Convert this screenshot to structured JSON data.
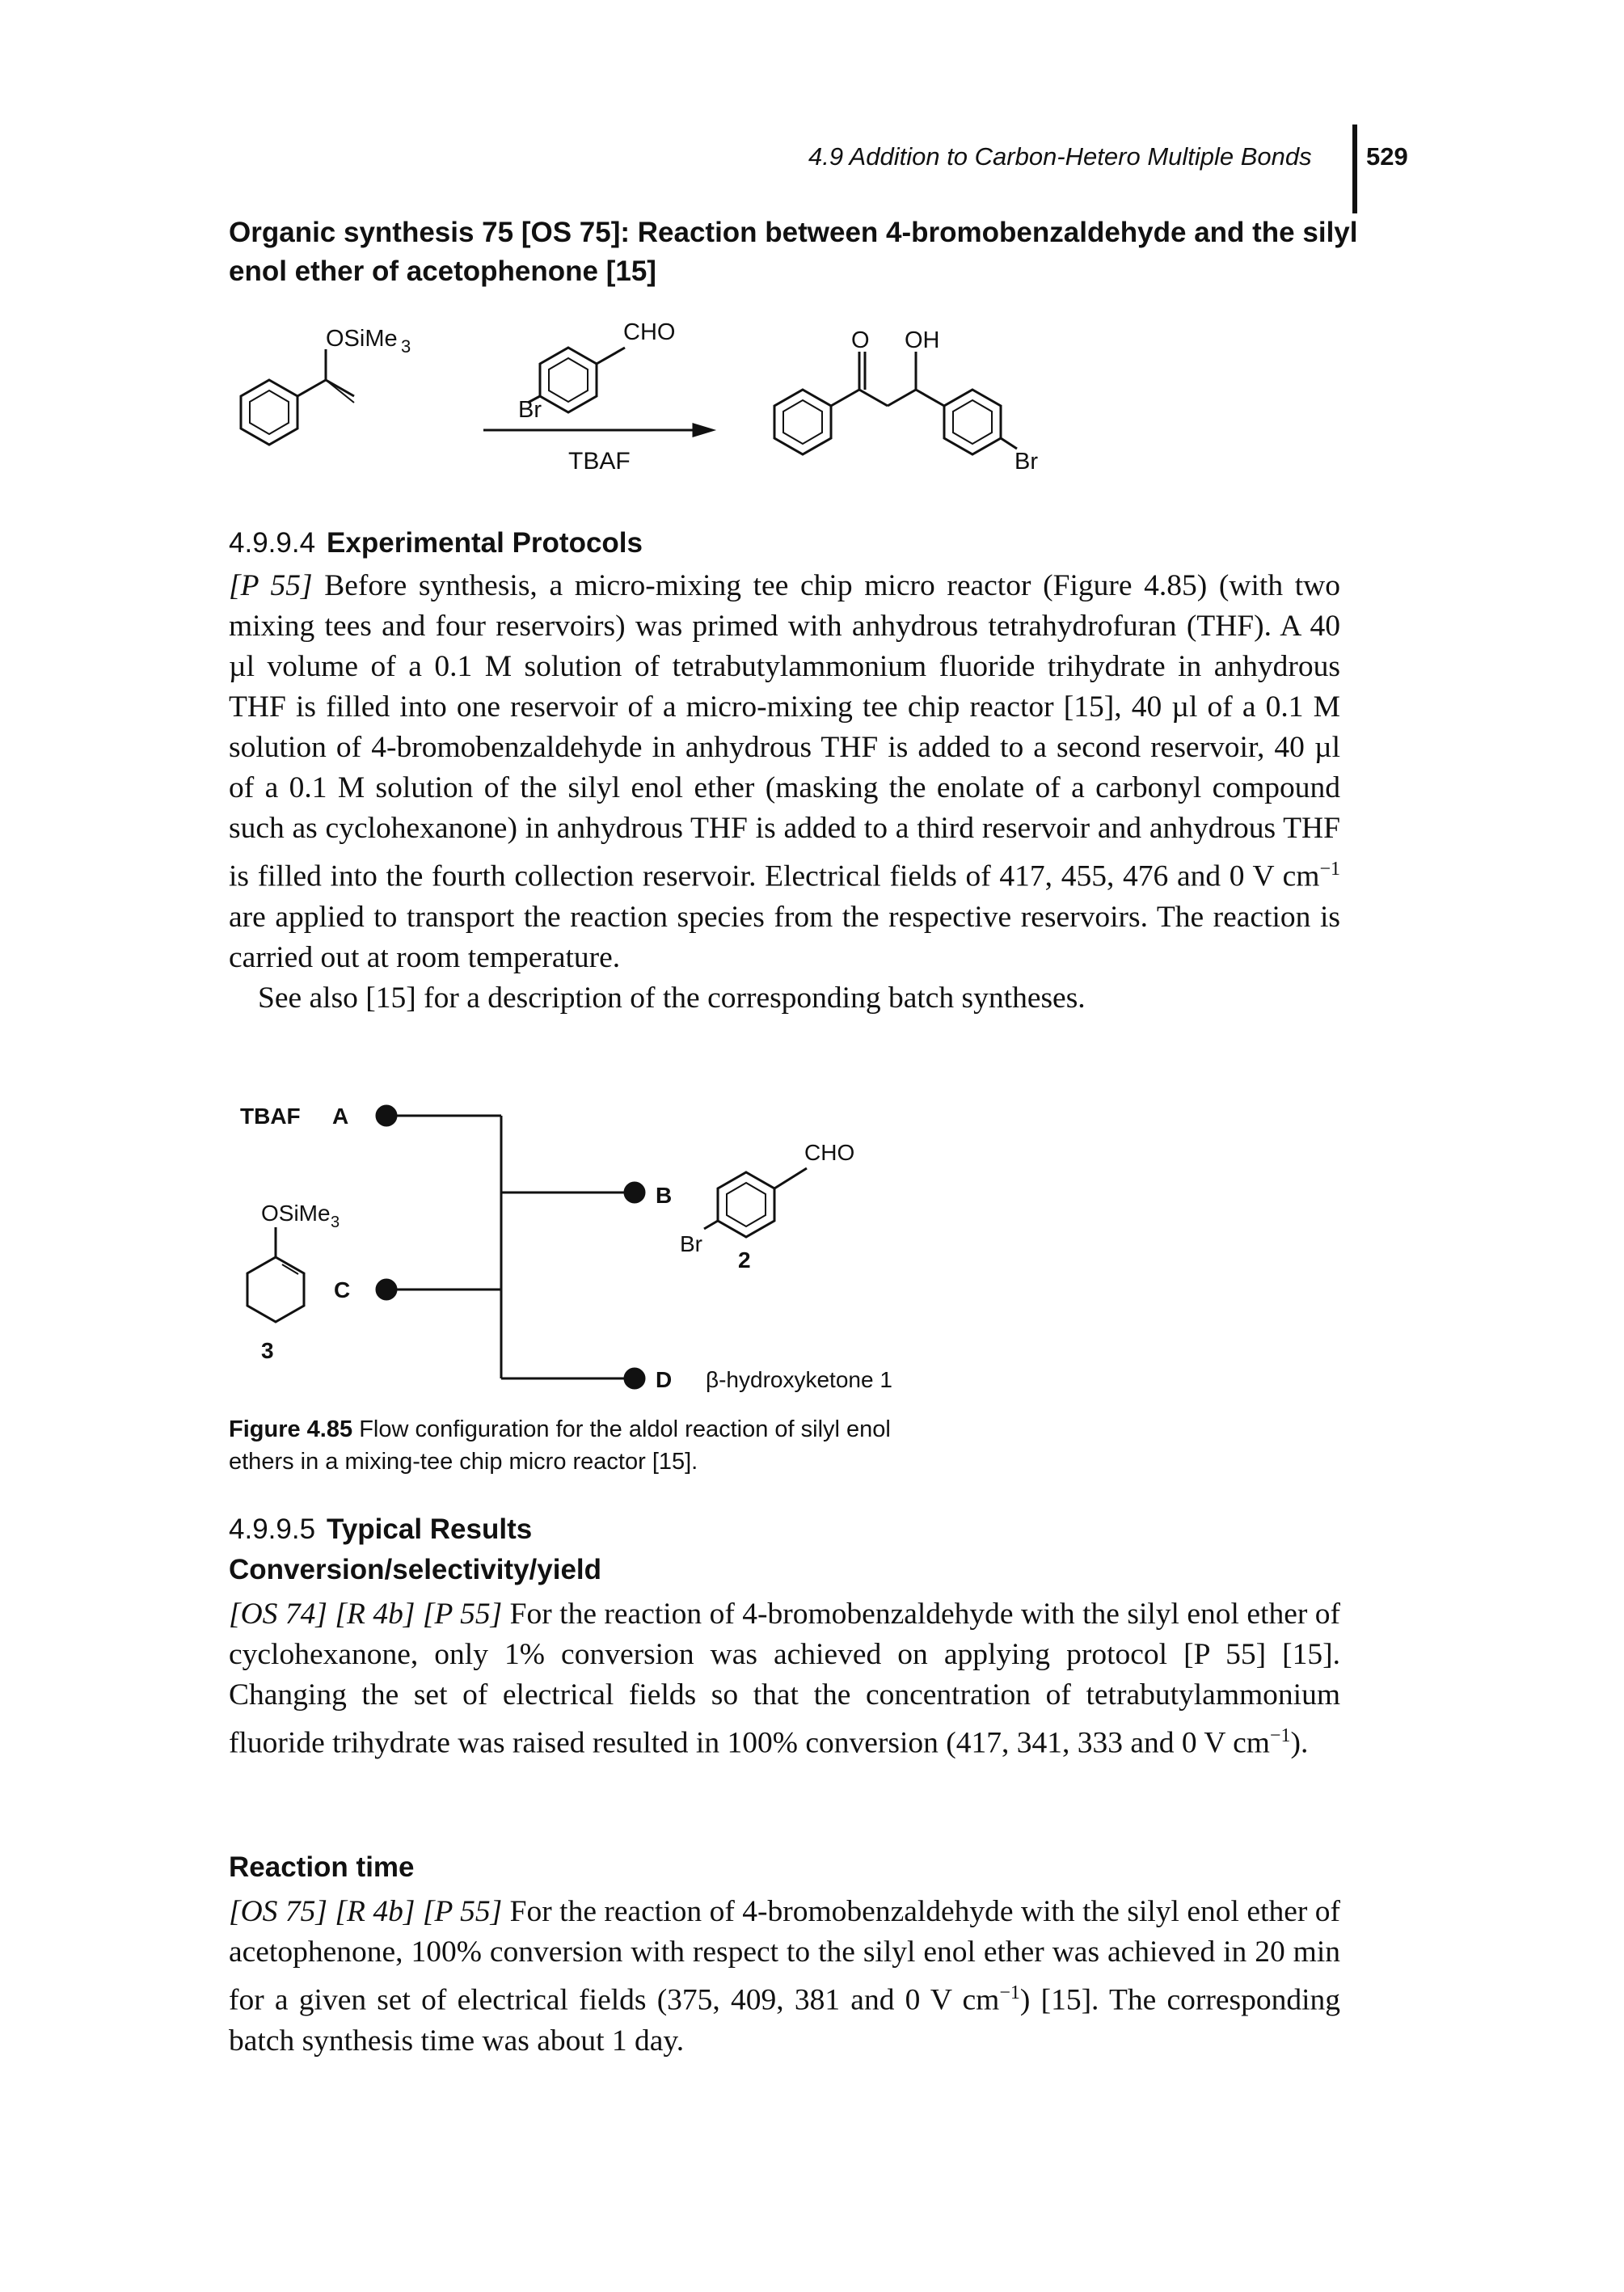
{
  "header": {
    "running_title": "4.9 Addition to Carbon-Hetero Multiple Bonds",
    "page_number": "529"
  },
  "synthesis_title": "Organic synthesis 75 [OS 75]: Reaction between 4-bromobenzaldehyde and the silyl enol ether of acetophenone [15]",
  "scheme": {
    "reactant_label": "OSiMe",
    "reactant_sub": "3",
    "aldehyde_label": "CHO",
    "br_label": "Br",
    "reagent": "TBAF",
    "product_o": "O",
    "product_oh": "OH",
    "product_br": "Br"
  },
  "section_protocols": {
    "number": "4.9.9.4",
    "title": "Experimental Protocols"
  },
  "protocol": {
    "ref": "[P 55]",
    "text": " Before synthesis, a micro-mixing tee chip micro reactor (Figure 4.85) (with two mixing tees and four reservoirs) was primed with anhydrous tetrahydrofuran (THF). A 40 µl volume of a 0.1 M solution of tetrabutylammonium fluoride trihydrate in anhydrous THF is filled into one reservoir of a micro-mixing tee chip reactor [15], 40 µl of a 0.1 M solution of 4-bromobenzaldehyde in anhydrous THF is added to a second reservoir, 40 µl of a 0.1 M solution of the silyl enol ether (masking the enolate of a carbonyl compound such as cyclohexanone) in anhydrous THF is added to a third reservoir and anhydrous THF is filled into the fourth collection reservoir. Electrical fields of 417, 455, 476 and 0 V cm",
    "sup": "−1",
    "text_after": " are applied to transport the reaction species from the respective reservoirs. The reaction is carried out at room temperature.",
    "see_also": "See also [15] for a description of the corresponding batch syntheses."
  },
  "figure": {
    "tbaf_label": "TBAF",
    "port_a": "A",
    "port_b": "B",
    "port_c": "C",
    "port_d": "D",
    "silyl_label": "OSiMe",
    "silyl_sub": "3",
    "compound3": "3",
    "compound2": "2",
    "cho": "CHO",
    "br": "Br",
    "product_label": "β-hydroxyketone 1",
    "caption_label": "Figure 4.85",
    "caption_text": "Flow configuration for the aldol reaction of silyl enol ethers in a mixing-tee chip micro reactor [15]."
  },
  "section_results": {
    "number": "4.9.9.5",
    "title": "Typical Results"
  },
  "conversion": {
    "heading": "Conversion/selectivity/yield",
    "refs": "[OS 74] [R 4b] [P 55]",
    "text": " For the reaction of 4-bromobenzaldehyde with the silyl enol ether of cyclohexanone, only 1% conversion was achieved on applying protocol [P 55] [15]. Changing the set of electrical fields so that the concentration of tetrabutylammonium fluoride trihydrate was raised resulted in 100% conversion (417, 341, 333 and 0 V cm",
    "sup": "−1",
    "text_after": ")."
  },
  "reaction_time": {
    "heading": "Reaction time",
    "refs": "[OS 75] [R 4b] [P 55]",
    "text": " For the reaction of 4-bromobenzaldehyde with the silyl enol ether of acetophenone, 100% conversion with respect to the silyl enol ether was achieved in 20 min for a given set of electrical fields (375, 409, 381 and 0 V cm",
    "sup": "−1",
    "text_after": ") [15]. The corresponding batch synthesis time was about 1 day."
  }
}
